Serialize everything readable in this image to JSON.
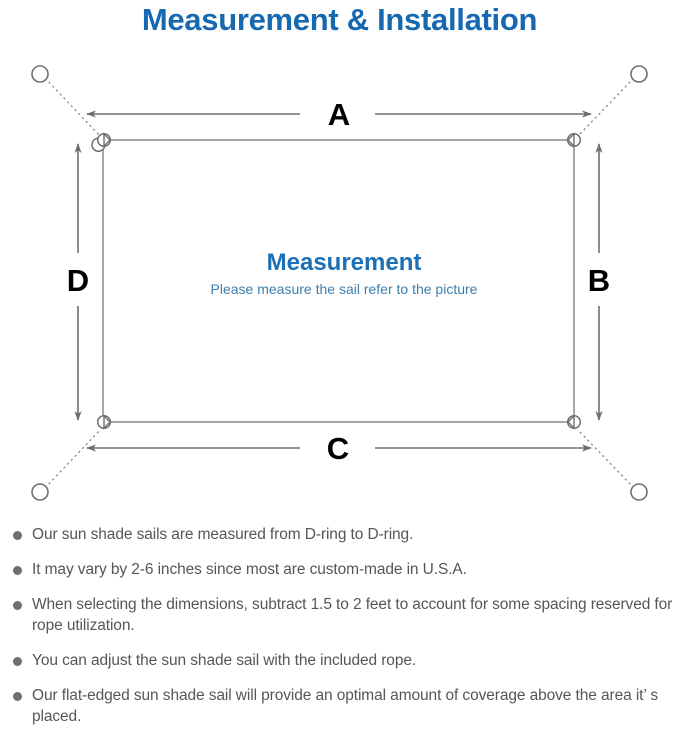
{
  "header": {
    "title": "Measurement & Installation",
    "title_color": "#1668b0"
  },
  "diagram": {
    "center_title": "Measurement",
    "center_subtitle": "Please measure the sail refer to the picture",
    "center_title_color": "#1a6fb5",
    "center_subtitle_color": "#3d7fae",
    "line_color": "#7a7a7a",
    "dimension_label_color": "#000000",
    "labels": {
      "top": "A",
      "right": "B",
      "bottom": "C",
      "left": "D"
    },
    "anchors": [
      {
        "name": "top-left-anchor"
      },
      {
        "name": "top-right-anchor"
      },
      {
        "name": "bottom-left-anchor"
      },
      {
        "name": "bottom-right-anchor"
      }
    ],
    "d_rings": [
      {
        "name": "top-left-d-ring"
      },
      {
        "name": "top-right-d-ring"
      },
      {
        "name": "bottom-left-d-ring"
      },
      {
        "name": "bottom-right-d-ring"
      }
    ]
  },
  "notes": {
    "bullet_color": "#6e6e6e",
    "text_color": "#565656",
    "items": [
      "Our sun shade sails are measured from D-ring to D-ring.",
      "It may vary by 2-6 inches since most are custom-made in U.S.A.",
      "When selecting the dimensions, subtract 1.5 to 2 feet to account for some spacing reserved for rope utilization.",
      "You can adjust the sun shade sail with the included rope.",
      "Our flat-edged sun shade sail will provide an optimal amount of coverage above the area it’ s placed.",
      ""
    ]
  }
}
